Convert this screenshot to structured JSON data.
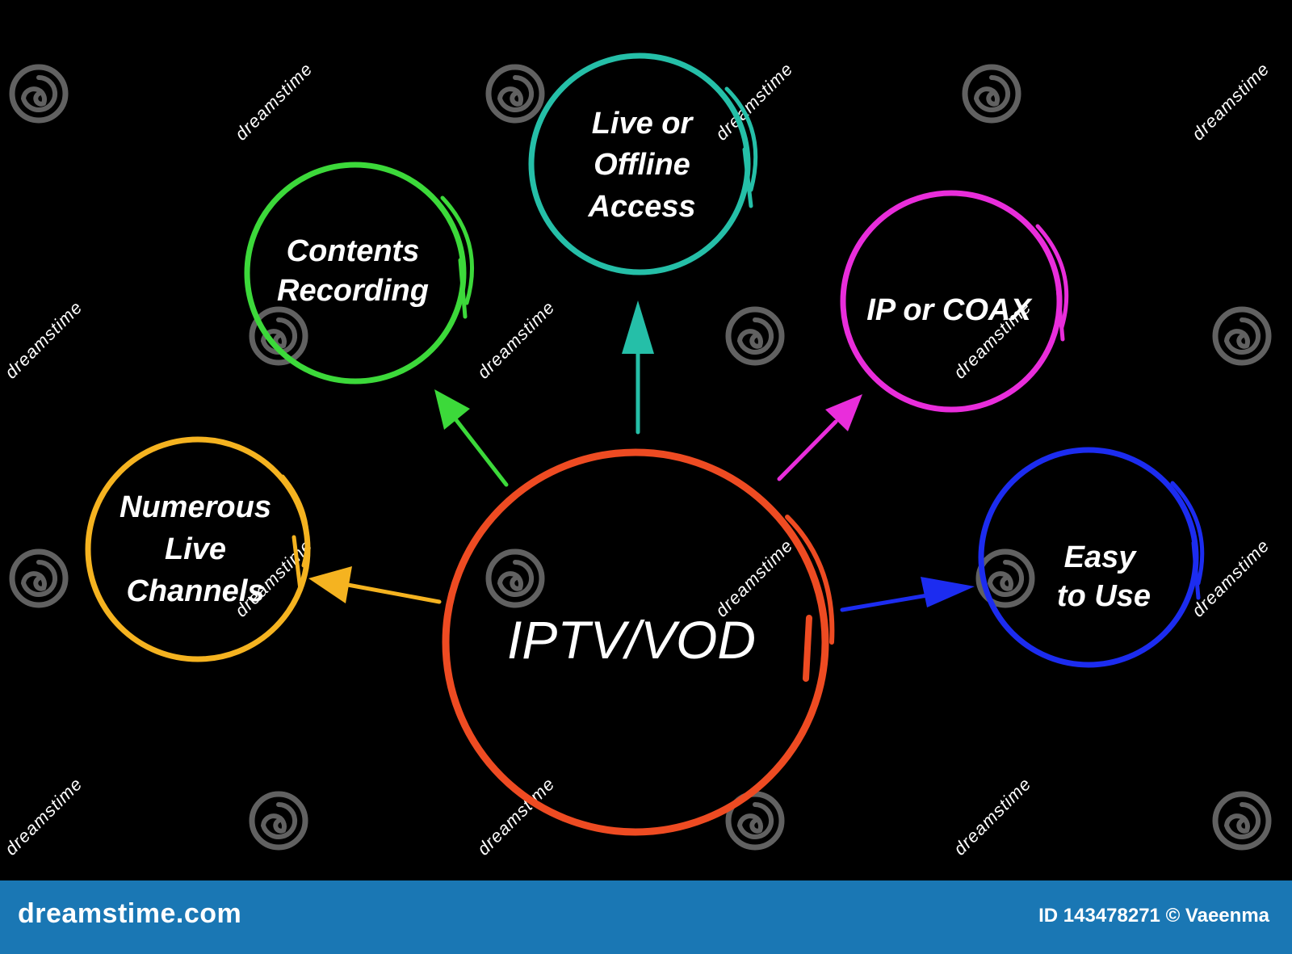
{
  "diagram": {
    "center": {
      "label": "IPTV/VOD",
      "color": "#ee4b22"
    },
    "nodes": [
      {
        "id": "numerous-live-channels",
        "lines": [
          "Numerous",
          "Live",
          "Channels"
        ],
        "color": "#f5b320"
      },
      {
        "id": "contents-recording",
        "lines": [
          "Contents",
          "Recording"
        ],
        "color": "#3cd93a"
      },
      {
        "id": "live-or-offline-access",
        "lines": [
          "Live or",
          "Offline",
          "Access"
        ],
        "color": "#25bfa8"
      },
      {
        "id": "ip-or-coax",
        "lines": [
          "IP or COAX"
        ],
        "color": "#e92ddb"
      },
      {
        "id": "easy-to-use",
        "lines": [
          "Easy",
          "to Use"
        ],
        "color": "#1c2cf0"
      }
    ]
  },
  "watermark": {
    "text": "dreamstime",
    "icon": "spiral-logo-icon"
  },
  "footer": {
    "site": "dreamstime.com",
    "meta": "ID 143478271 © Vaeenma",
    "color": "#1a77b4"
  }
}
